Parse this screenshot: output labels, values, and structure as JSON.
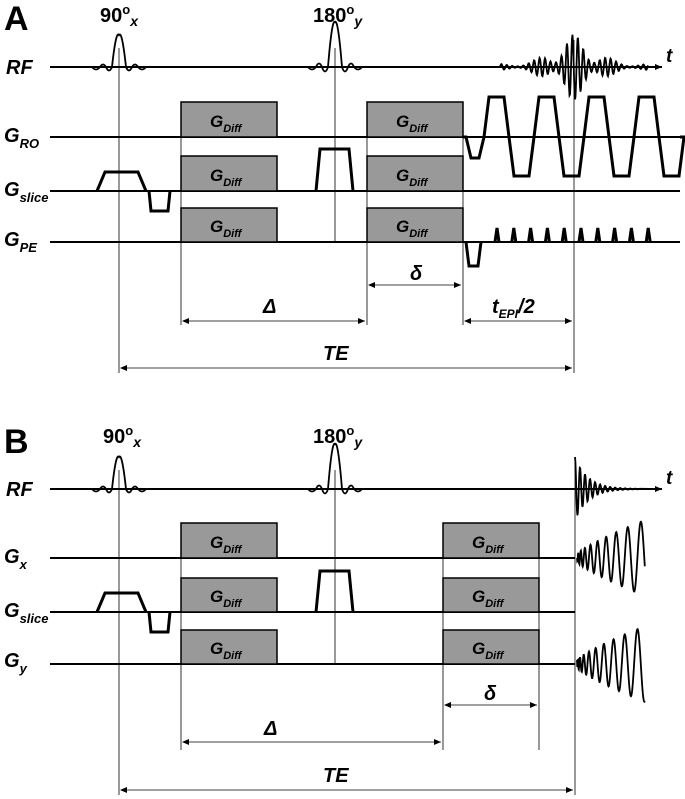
{
  "panel_a": {
    "letter": "A",
    "pulse_90": {
      "main": "90",
      "sup": "o",
      "sub": "x"
    },
    "pulse_180": {
      "main": "180",
      "sup": "o",
      "sub": "y"
    },
    "time_label": "t",
    "rows": {
      "rf": {
        "main": "RF"
      },
      "ro": {
        "main": "G",
        "sub": "RO"
      },
      "slice": {
        "main": "G",
        "sub": "slice"
      },
      "pe": {
        "main": "G",
        "sub": "PE"
      }
    },
    "gdiff": {
      "main": "G",
      "sub": "Diff"
    },
    "delta_small": "δ",
    "delta_big": "Δ",
    "t_epi": {
      "main": "t",
      "sub": "EPI",
      "tail": "/2"
    },
    "te": "TE"
  },
  "panel_b": {
    "letter": "B",
    "pulse_90": {
      "main": "90",
      "sup": "o",
      "sub": "x"
    },
    "pulse_180": {
      "main": "180",
      "sup": "o",
      "sub": "y"
    },
    "time_label": "t",
    "rows": {
      "rf": {
        "main": "RF"
      },
      "x": {
        "main": "G",
        "sub": "x"
      },
      "slice": {
        "main": "G",
        "sub": "slice"
      },
      "y": {
        "main": "G",
        "sub": "y"
      }
    },
    "gdiff": {
      "main": "G",
      "sub": "Diff"
    },
    "delta_small": "δ",
    "delta_big": "Δ",
    "te": "TE"
  }
}
